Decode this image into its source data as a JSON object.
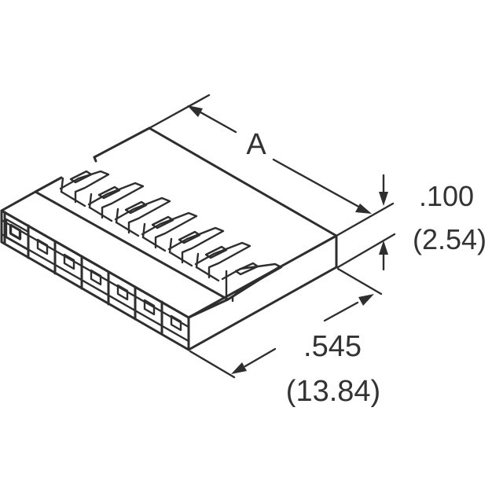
{
  "drawing": {
    "subject": "7-position connector housing, isometric view",
    "positions": 7,
    "line_color": "#2e2e2e",
    "background": "#ffffff"
  },
  "dimensions": {
    "length": {
      "label": "A"
    },
    "pitch": {
      "inches": ".100",
      "mm": "(2.54)"
    },
    "depth": {
      "inches": ".545",
      "mm": "(13.84)"
    }
  }
}
